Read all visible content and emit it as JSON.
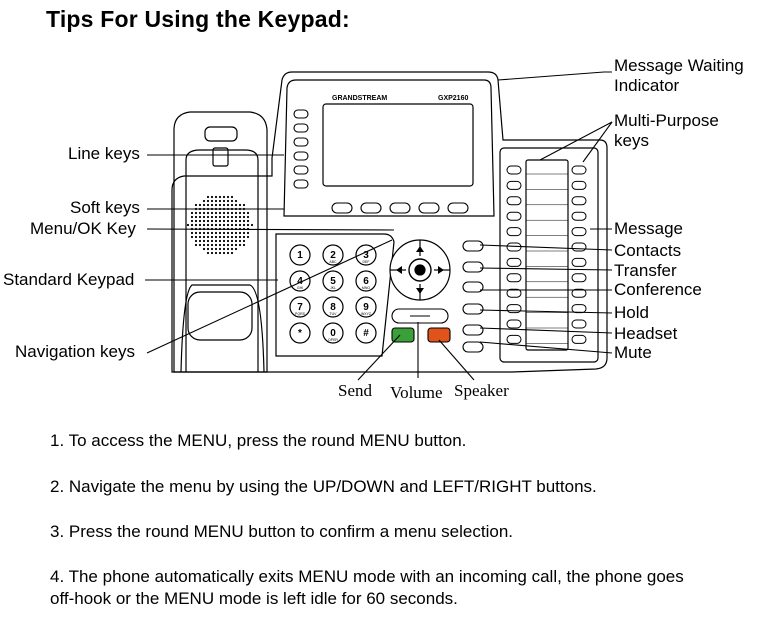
{
  "title": "Tips For Using the Keypad:",
  "phone": {
    "brand": "GRANDSTREAM",
    "model": "GXP2160",
    "keypad": [
      {
        "digit": "1",
        "letters": ""
      },
      {
        "digit": "2",
        "letters": "ABC"
      },
      {
        "digit": "3",
        "letters": "DEF"
      },
      {
        "digit": "4",
        "letters": "GHI"
      },
      {
        "digit": "5",
        "letters": "JKL"
      },
      {
        "digit": "6",
        "letters": "MNO"
      },
      {
        "digit": "7",
        "letters": "PQRS"
      },
      {
        "digit": "8",
        "letters": "TUV"
      },
      {
        "digit": "9",
        "letters": "WXYZ"
      },
      {
        "digit": "*",
        "letters": ""
      },
      {
        "digit": "0",
        "letters": "OPER"
      },
      {
        "digit": "#",
        "letters": ""
      }
    ]
  },
  "callouts": {
    "message_waiting": [
      "Message Waiting",
      "Indicator"
    ],
    "multi_purpose": [
      "Multi-Purpose",
      "keys"
    ],
    "line_keys": "Line keys",
    "soft_keys": "Soft keys",
    "menu_ok": "Menu/OK Key",
    "standard_keypad": "Standard Keypad",
    "navigation_keys": "Navigation keys",
    "message": "Message",
    "contacts": "Contacts",
    "transfer": "Transfer",
    "conference": "Conference",
    "hold": "Hold",
    "headset": "Headset",
    "mute": "Mute",
    "send": "Send",
    "volume": "Volume",
    "speaker": "Speaker"
  },
  "tips": [
    "1. To access the  MENU, press the round MENU button.",
    "2. Navigate the menu by using the UP/DOWN and LEFT/RIGHT buttons.",
    "3. Press the round MENU button to confirm a menu selection.",
    "4. The phone automatically exits MENU mode with an incoming call, the phone goes off-hook or the MENU mode is left idle for 60 seconds."
  ],
  "colors": {
    "send_key": "#3aa13a",
    "speaker_key": "#e0541c",
    "line": "#000000"
  }
}
